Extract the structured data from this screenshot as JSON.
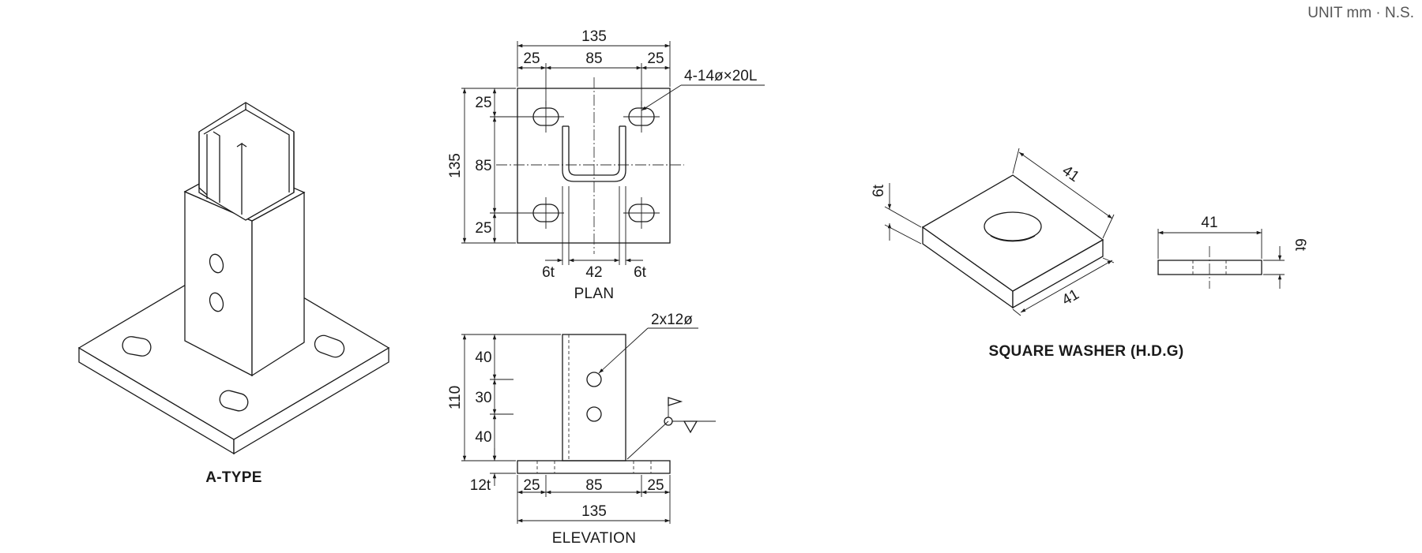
{
  "unit_note": "UNIT mm · N.S.",
  "a_type": {
    "title": "A-TYPE"
  },
  "plan": {
    "title": "PLAN",
    "width_total": "135",
    "width_edge_left": "25",
    "width_mid": "85",
    "width_edge_right": "25",
    "height_total": "135",
    "height_edge_top": "25",
    "height_mid": "85",
    "height_edge_bottom": "25",
    "hole_callout": "4-14ø×20L",
    "thk_left": "6t",
    "channel_width": "42",
    "thk_right": "6t"
  },
  "elevation": {
    "title": "ELEVATION",
    "height_total": "110",
    "seg_top": "40",
    "seg_mid": "30",
    "seg_bottom": "40",
    "plate_thk": "12t",
    "width_edge_left": "25",
    "width_mid": "85",
    "width_edge_right": "25",
    "width_total": "135",
    "hole_callout": "2x12ø"
  },
  "washer": {
    "title": "SQUARE WASHER (H.D.G)",
    "iso_thk": "6t",
    "iso_len_top": "41",
    "iso_len_bottom": "41",
    "side_len": "41",
    "side_thk": "6t"
  }
}
